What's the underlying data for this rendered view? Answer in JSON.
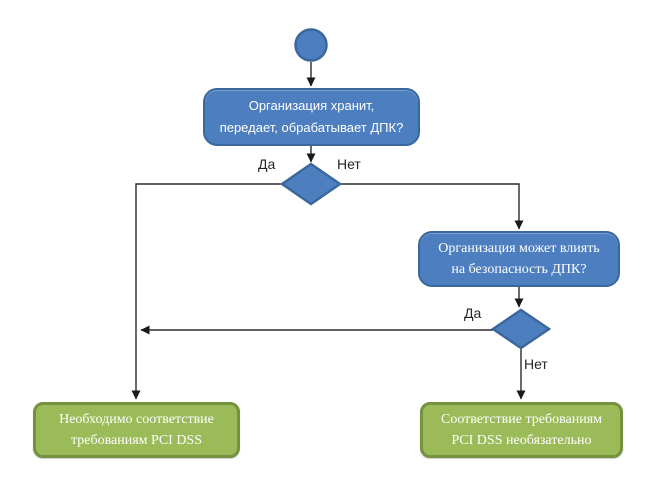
{
  "diagram": {
    "kind": "flowchart",
    "language": "ru",
    "colors": {
      "background": "#ffffff",
      "blue_fill": "#4d7ebf",
      "blue_border": "#3a689c",
      "green_fill": "#9bbb59",
      "green_border": "#75923c",
      "connector": "#2b2b2b",
      "edge_label_text": "#262626",
      "node_text": "#ffffff"
    },
    "nodes": {
      "start": {
        "shape": "circle",
        "role": "start"
      },
      "question1": {
        "shape": "rounded-rectangle",
        "line1": "Организация хранит,",
        "line2": "передает, обрабатывает ДПК?"
      },
      "decision1": {
        "shape": "diamond"
      },
      "question2": {
        "shape": "rounded-rectangle",
        "line1": "Организация может влиять",
        "line2": "на безопасность ДПК?"
      },
      "decision2": {
        "shape": "diamond"
      },
      "outcome_required": {
        "shape": "rounded-rectangle",
        "line1": "Необходимо соответствие",
        "line2": "требованиям PCI DSS"
      },
      "outcome_not_required": {
        "shape": "rounded-rectangle",
        "line1": "Соответствие требованиям",
        "line2": "PCI DSS необязательно"
      }
    },
    "edge_labels": {
      "decision1_yes": "Да",
      "decision1_no": "Нет",
      "decision2_yes": "Да",
      "decision2_no": "Нет"
    },
    "edges": [
      {
        "from": "start",
        "to": "question1",
        "label": ""
      },
      {
        "from": "question1",
        "to": "decision1",
        "label": ""
      },
      {
        "from": "decision1",
        "to": "outcome_required",
        "label": "Да"
      },
      {
        "from": "decision1",
        "to": "question2",
        "label": "Нет"
      },
      {
        "from": "question2",
        "to": "decision2",
        "label": ""
      },
      {
        "from": "decision2",
        "to": "outcome_required",
        "label": "Да"
      },
      {
        "from": "decision2",
        "to": "outcome_not_required",
        "label": "Нет"
      }
    ]
  }
}
